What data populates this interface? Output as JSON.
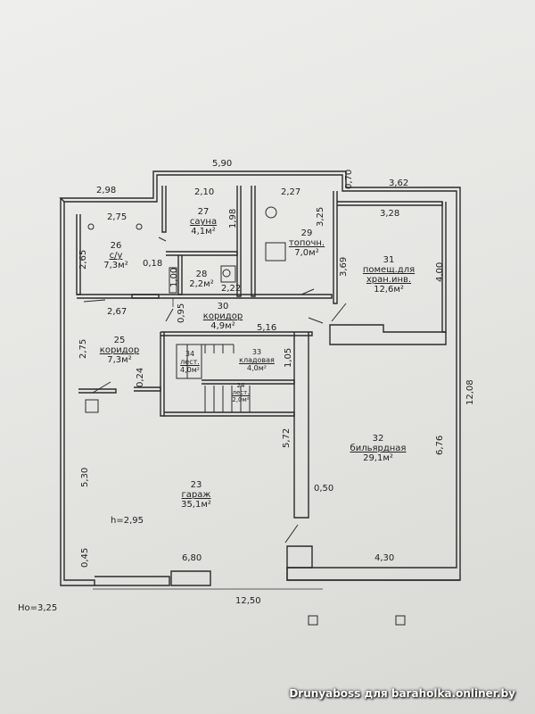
{
  "rooms": [
    {
      "number": "27",
      "name": "сауна",
      "area": "4,1м²"
    },
    {
      "number": "26",
      "name": "с/у",
      "area": "7,3м²"
    },
    {
      "number": "28",
      "name": "",
      "area": "2,2м²"
    },
    {
      "number": "29",
      "name": "топочн.",
      "area": "7,0м²"
    },
    {
      "number": "31",
      "name": "помещ.для",
      "name2": "хран.инв.",
      "area": "12,6м²"
    },
    {
      "number": "30",
      "name": "коридор",
      "area": "4,9м²"
    },
    {
      "number": "25",
      "name": "коридор",
      "area": "7,3м²"
    },
    {
      "number": "34",
      "name": "лест.",
      "area": "4,0м²"
    },
    {
      "number": "33",
      "name": "кладовая",
      "area": "4,0м²"
    },
    {
      "number": "24",
      "name": "лест.",
      "area": "2,0м²"
    },
    {
      "number": "32",
      "name": "бильярдная",
      "area": "29,1м²"
    },
    {
      "number": "23",
      "name": "гараж",
      "area": "35,1м²"
    }
  ],
  "dimensions": {
    "d590": "5,90",
    "d070": "0,70",
    "d298": "2,98",
    "d210": "2,10",
    "d227": "2,27",
    "d362": "3,62",
    "d275": "2,75",
    "d198": "1,98",
    "d325": "3,25",
    "d328": "3,28",
    "d265": "2,65",
    "d018": "0,18",
    "d100": "1,00",
    "d222": "2,22",
    "d369": "3,69",
    "d400": "4,00",
    "d267": "2,67",
    "d095": "0,95",
    "d516": "5,16",
    "d275b": "2,75",
    "d105": "1,05",
    "d024": "0,24",
    "d1208": "12,08",
    "d572": "5,72",
    "d676": "6,76",
    "d530": "5,30",
    "d050": "0,50",
    "d045": "0,45",
    "d680": "6,80",
    "d430": "4,30",
    "d1250": "12,50"
  },
  "height_note": "h=2,95",
  "ho_note": "Hо=3,25",
  "watermark": "Drunyaboss для baraholka.onliner.by"
}
